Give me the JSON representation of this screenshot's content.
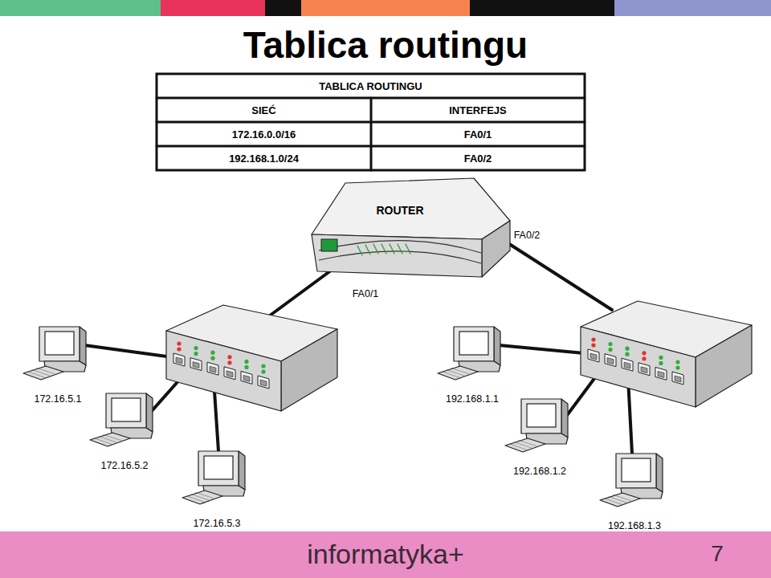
{
  "diagram": {
    "title": "Tablica routingu",
    "nodes": [
      {
        "text": [
          "ROUTER"
        ]
      },
      {
        "text": [
          "172.16.5.1"
        ]
      },
      {
        "text": [
          "192.168.1.1"
        ]
      },
      {
        "text": [
          "172.16.5.2"
        ]
      },
      {
        "text": [
          "192.168.1.2"
        ]
      },
      {
        "text": [
          "172.16.5.3"
        ]
      },
      {
        "text": [
          "192.168.1.3"
        ]
      }
    ],
    "labels": [
      "TABLICA ROUTINGU",
      "SIEĆ",
      "INTERFEJS",
      "172.16.0.0/16",
      "FA0/1",
      "192.168.1.0/24",
      "FA0/2",
      "FA0/2",
      "FA0/1",
      "informatyka+",
      "7"
    ]
  }
}
